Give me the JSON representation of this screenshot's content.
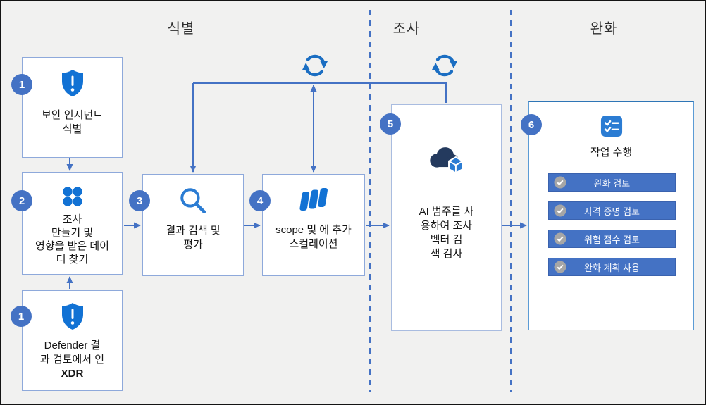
{
  "colors": {
    "accent_blue": "#4472c4",
    "icon_blue": "#1272d4",
    "cube_blue": "#2b7cd3",
    "cloud_navy": "#243a5e",
    "sync_blue": "#1b6ec2",
    "box_border": "#8ea9db",
    "check_gray": "#a6a6a6",
    "background": "#f1f1f0"
  },
  "headers": {
    "identify": "식별",
    "investigate": "조사",
    "mitigate": "완화"
  },
  "icons": {
    "incident": "shield-exclamation-icon",
    "investigation": "four-dots-icon",
    "defender": "shield-exclamation-icon",
    "search": "search-icon",
    "scope": "layers-icon",
    "ai": "cloud-cube-icon",
    "actions": "task-checklist-icon",
    "loop": "sync-icon",
    "bar_check": "check-circle-icon"
  },
  "steps": {
    "incident": {
      "badge": "1",
      "text": "보안 인시던트\n식별"
    },
    "investigation": {
      "badge": "2",
      "text": "조사\n만들기 및\n영향을 받은 데이\n터 찾기"
    },
    "defender": {
      "badge": "1",
      "text": "Defender 결\n과 검토에서 인",
      "bold": "XDR"
    },
    "search": {
      "badge": "3",
      "text": "결과 검색 및\n평가"
    },
    "scope": {
      "badge": "4",
      "text": "scope 및 에 추가\n스컬레이션"
    },
    "ai": {
      "badge": "5",
      "text": "AI 범주를 사\n용하여 조사\n벡터 검\n색 검사"
    },
    "actions": {
      "badge": "6",
      "title": "작업 수행",
      "checklist": [
        "완화 검토",
        "자격 증명 검토",
        "위험 점수 검토",
        "완화 계획 사용"
      ]
    }
  }
}
